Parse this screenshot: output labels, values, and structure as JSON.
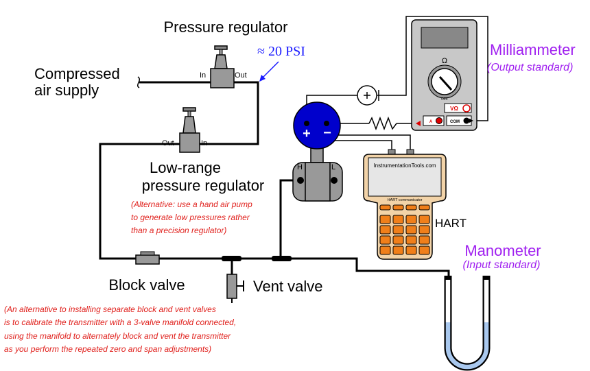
{
  "labels": {
    "pressure_regulator": "Pressure regulator",
    "regulator_in": "In",
    "regulator_out": "Out",
    "pressure_value": "≈ 20 PSI",
    "compressed_air_line1": "Compressed",
    "compressed_air_line2": "air supply",
    "low_out": "Out",
    "low_in": "In",
    "low_range_line1": "Low-range",
    "low_range_line2": "pressure regulator",
    "alt_pump_line1": "(Alternative: use a hand air pump",
    "alt_pump_line2": "to generate low pressures rather",
    "alt_pump_line3": "than a precision regulator)",
    "block_valve": "Block valve",
    "vent_valve": "Vent valve",
    "alt_manifold_line1": "(An alternative to installing separate block and vent valves",
    "alt_manifold_line2": "is to calibrate the transmitter with a 3-valve manifold connected,",
    "alt_manifold_line3": "using the manifold to alternately block and vent the transmitter",
    "alt_manifold_line4": "as you perform the repeated zero and span adjustments)",
    "milliammeter": "Milliammeter",
    "output_standard": "(Output standard)",
    "manometer": "Manometer",
    "input_standard": "(Input standard)",
    "hart": "HART",
    "hart_screen": "InstrumentationTools.com",
    "hart_communicator": "HART communicator",
    "port_h": "H",
    "port_l": "L",
    "plus": "+",
    "minus": "−",
    "meter_ohm": "Ω",
    "meter_off": "OFF",
    "meter_va": "VΩ",
    "meter_a": "A",
    "meter_com": "COM"
  },
  "colors": {
    "transmitter": "#0000cc",
    "red_text": "#e0201c",
    "purple_text": "#a020f0",
    "pressure_text": "#1a1aff",
    "hart_body": "#f2d3a8",
    "hart_keys": "#f07f1a",
    "manometer_fluid": "#a9c8ee"
  }
}
